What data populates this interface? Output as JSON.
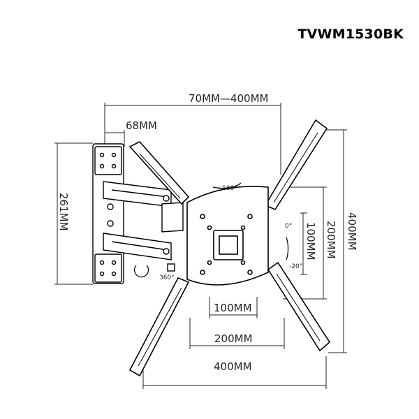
{
  "header": {
    "model": "TVWM1530BK"
  },
  "dimensions": {
    "arm_extension": "70MM—400MM",
    "wall_plate_width": "68MM",
    "wall_plate_height": "261MM",
    "vesa_h_small": "100MM",
    "vesa_h_medium": "200MM",
    "vesa_h_large": "400MM",
    "vesa_v_small": "100MM",
    "vesa_v_medium": "200MM",
    "vesa_v_large": "400MM"
  },
  "rotation": {
    "swivel": "360°",
    "rotate": "180°",
    "tilt_up": "0°",
    "tilt_down": "-20°"
  },
  "colors": {
    "line": "#000000",
    "dim_line": "#222222"
  }
}
